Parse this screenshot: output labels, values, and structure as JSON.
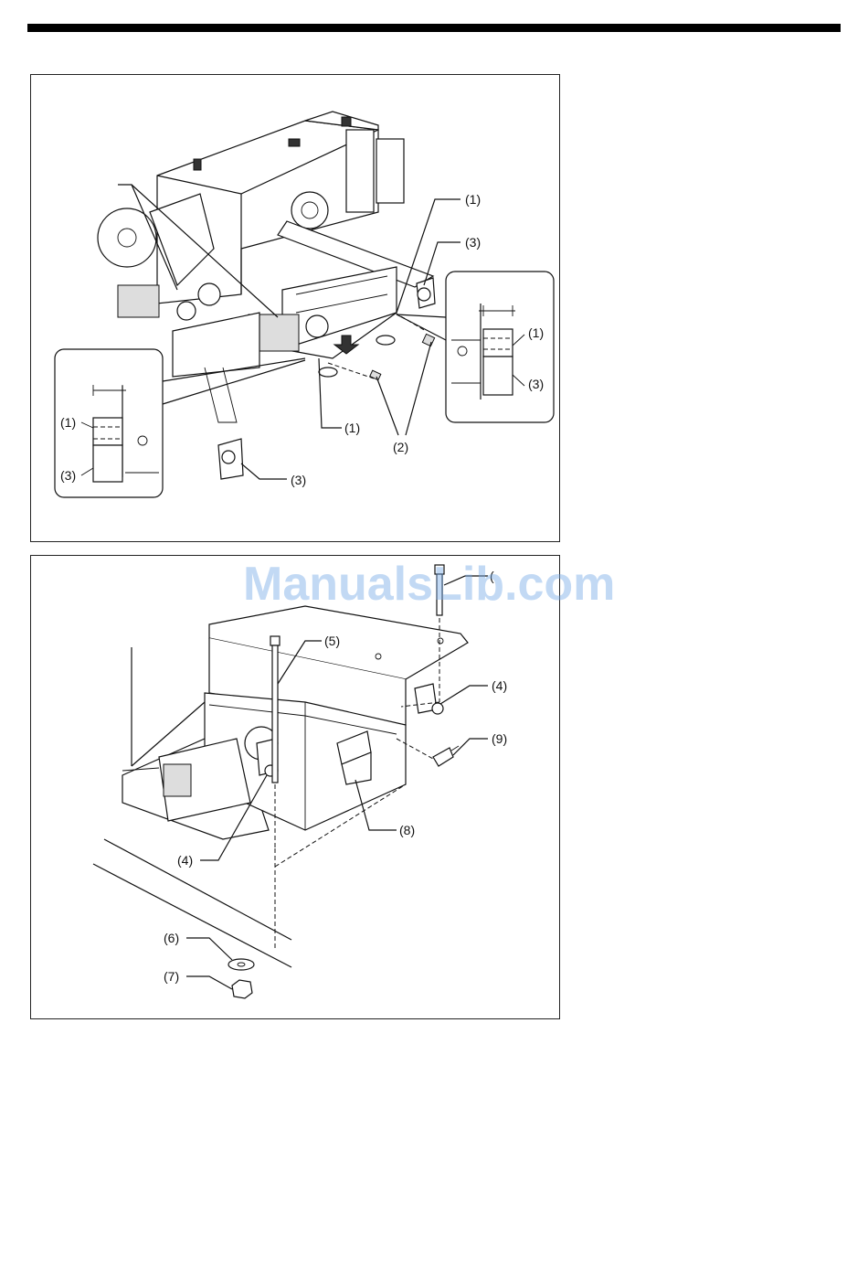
{
  "figure1": {
    "callouts": {
      "c1_top": "(1)",
      "c3_top": "(3)",
      "c1_bottom": "(1)",
      "c2": "(2)",
      "c3_bottom": "(3)"
    },
    "inset_right": {
      "c1": "(1)",
      "c3": "(3)"
    },
    "inset_left": {
      "c1": "(1)",
      "c3": "(3)"
    }
  },
  "figure2": {
    "callouts": {
      "c_top": "(",
      "c5": "(5)",
      "c4_right": "(4)",
      "c9": "(9)",
      "c8": "(8)",
      "c4_left": "(4)",
      "c6": "(6)",
      "c7": "(7)"
    }
  },
  "watermark": "ManualsLib.com"
}
